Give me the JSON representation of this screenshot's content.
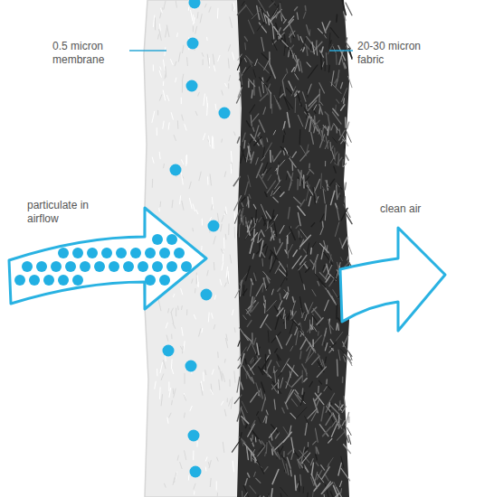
{
  "diagram": {
    "labels": [
      "0.5 micron membrane",
      "20-30 micron fabric",
      "particulate in airflow",
      "clean air"
    ]
  }
}
